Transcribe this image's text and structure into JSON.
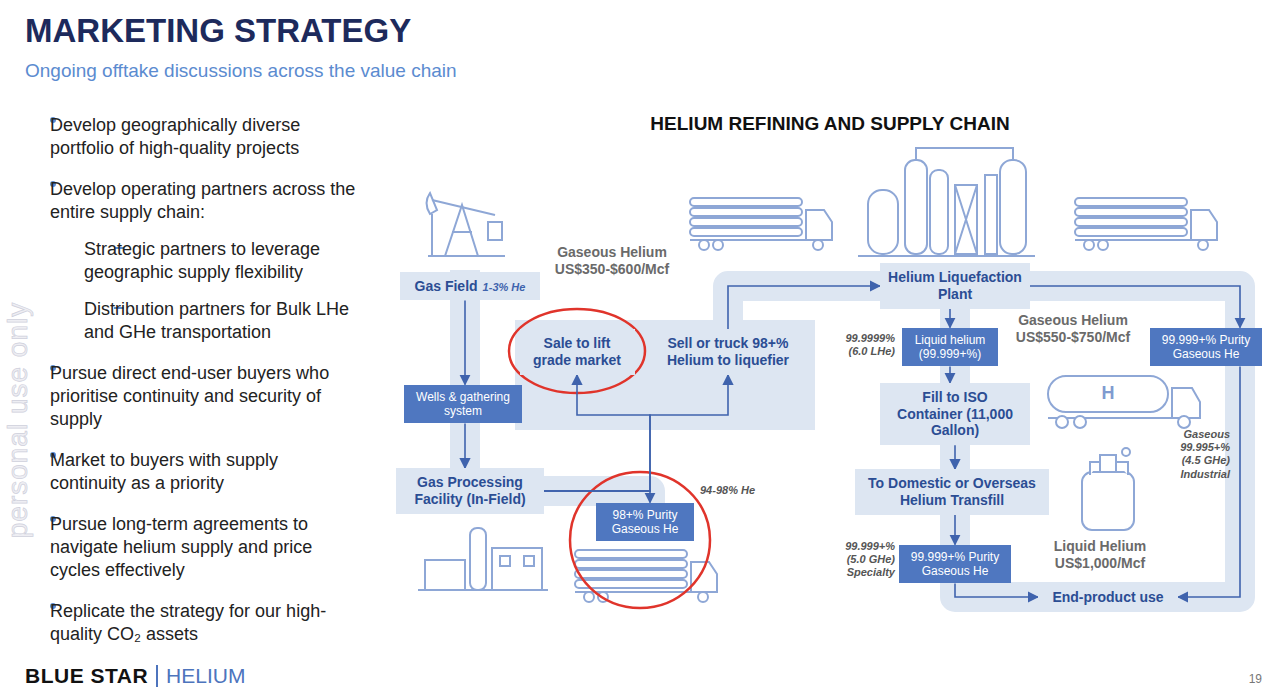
{
  "diagram": {
    "title": "MARKETING STRATEGY",
    "nodes": [
      {
        "text": [
          "Gas Field",
          "1-3% He"
        ]
      },
      {
        "text": [
          "Sale to lift grade market"
        ]
      },
      {
        "text": [
          "Sell or truck 98+% Helium to liquefier"
        ]
      },
      {
        "text": [
          "Helium Liquefaction Plant"
        ]
      },
      {
        "text": [
          "Wells & gathering system"
        ]
      },
      {
        "text": [
          "Liquid helium (99.999+%)"
        ]
      },
      {
        "text": [
          "99.999+% Purity Gaseous He"
        ]
      },
      {
        "text": [
          "Fill to ISO Container (11,000 Gallon)"
        ]
      },
      {
        "text": [
          "Gas Processing Facility (In-Field)"
        ]
      },
      {
        "text": [
          "98+% Purity Gaseous He"
        ]
      },
      {
        "text": [
          "To Domestic or Overseas Helium Transfill"
        ]
      },
      {
        "text": [
          "99.999+% Purity Gaseous He"
        ]
      },
      {
        "text": [
          "End-product use"
        ]
      }
    ],
    "edges": [
      {
        "from": 0,
        "to": 4,
        "arrow": "to"
      },
      {
        "from": 4,
        "to": 8,
        "arrow": "to"
      },
      {
        "from": 8,
        "to": 1,
        "arrow": "to"
      },
      {
        "from": 8,
        "to": 2,
        "arrow": "to"
      },
      {
        "from": 8,
        "to": 9,
        "arrow": "to"
      },
      {
        "from": 2,
        "to": 3,
        "arrow": "to"
      },
      {
        "from": 3,
        "to": 5,
        "arrow": "to"
      },
      {
        "from": 3,
        "to": 6,
        "arrow": "to"
      },
      {
        "from": 5,
        "to": 7,
        "arrow": "to"
      },
      {
        "from": 7,
        "to": 10,
        "arrow": "to"
      },
      {
        "from": 10,
        "to": 11,
        "arrow": "to"
      },
      {
        "from": 11,
        "to": 12,
        "arrow": "to"
      },
      {
        "from": 6,
        "to": 12,
        "arrow": "to"
      }
    ],
    "labels": [
      "Ongoing offtake discussions across the value chain",
      "Develop geographically diverse portfolio of high-quality projects",
      "Develop operating partners across the entire supply chain:",
      "Strategic partners to leverage geographic supply flexibility",
      "Distribution partners for Bulk LHe and GHe transportation",
      "Pursue direct end-user buyers who prioritise continuity and security of supply",
      "Market to buyers with supply continuity as a priority",
      "Pursue long-term agreements to navigate helium supply and price cycles effectively",
      "Replicate the strategy for our high-quality CO₂ assets",
      "HELIUM REFINING AND SUPPLY CHAIN",
      "Gaseous Helium US$350-$600/Mcf",
      "94-98% He",
      "99.9999% (6.0 LHe)",
      "Gaseous Helium US$550-$750/Mcf",
      "Gaseous 99.995+% (4.5 GHe) Industrial",
      "99.999+% (5.0 GHe) Specialty",
      "Liquid Helium US$1,000/Mcf",
      "H",
      "personal use only",
      "BLUE STAR",
      "HELIUM",
      "19"
    ]
  }
}
